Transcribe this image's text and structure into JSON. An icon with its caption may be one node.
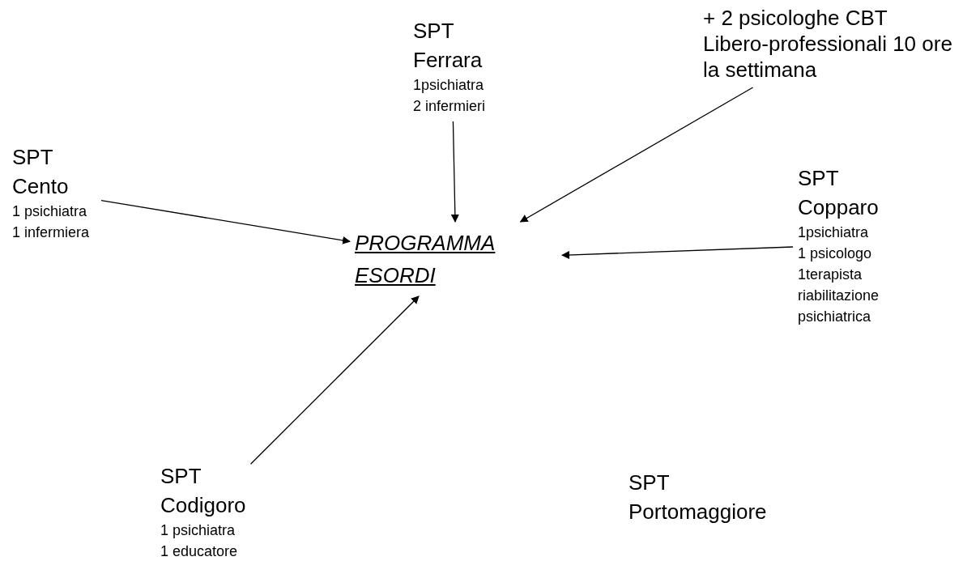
{
  "diagram": {
    "nodes": [
      {
        "text": [
          "PROGRAMMA ESORDI"
        ]
      },
      {
        "text": [
          "SPT Ferrara",
          "1psichiatra 2 infermieri"
        ]
      },
      {
        "text": [
          "+ 2 psicologhe CBT Libero-professionali 10 ore la settimana"
        ]
      },
      {
        "text": [
          "SPT Cento",
          "1 psichiatra 1 infermiera"
        ]
      },
      {
        "text": [
          "SPT Copparo",
          "1psichiatra 1 psicologo 1terapista riabilitazione psichiatrica"
        ]
      },
      {
        "text": [
          "SPT Codigoro",
          "1 psichiatra 1 educatore"
        ]
      },
      {
        "text": [
          "SPT Portomaggiore"
        ]
      }
    ],
    "edges": [
      {
        "from": 3,
        "to": 0,
        "arrow": "to"
      },
      {
        "from": 1,
        "to": 0,
        "arrow": "to"
      },
      {
        "from": 2,
        "to": 0,
        "arrow": "to"
      },
      {
        "from": 4,
        "to": 0,
        "arrow": "to"
      },
      {
        "from": 5,
        "to": 0,
        "arrow": "to"
      }
    ]
  }
}
